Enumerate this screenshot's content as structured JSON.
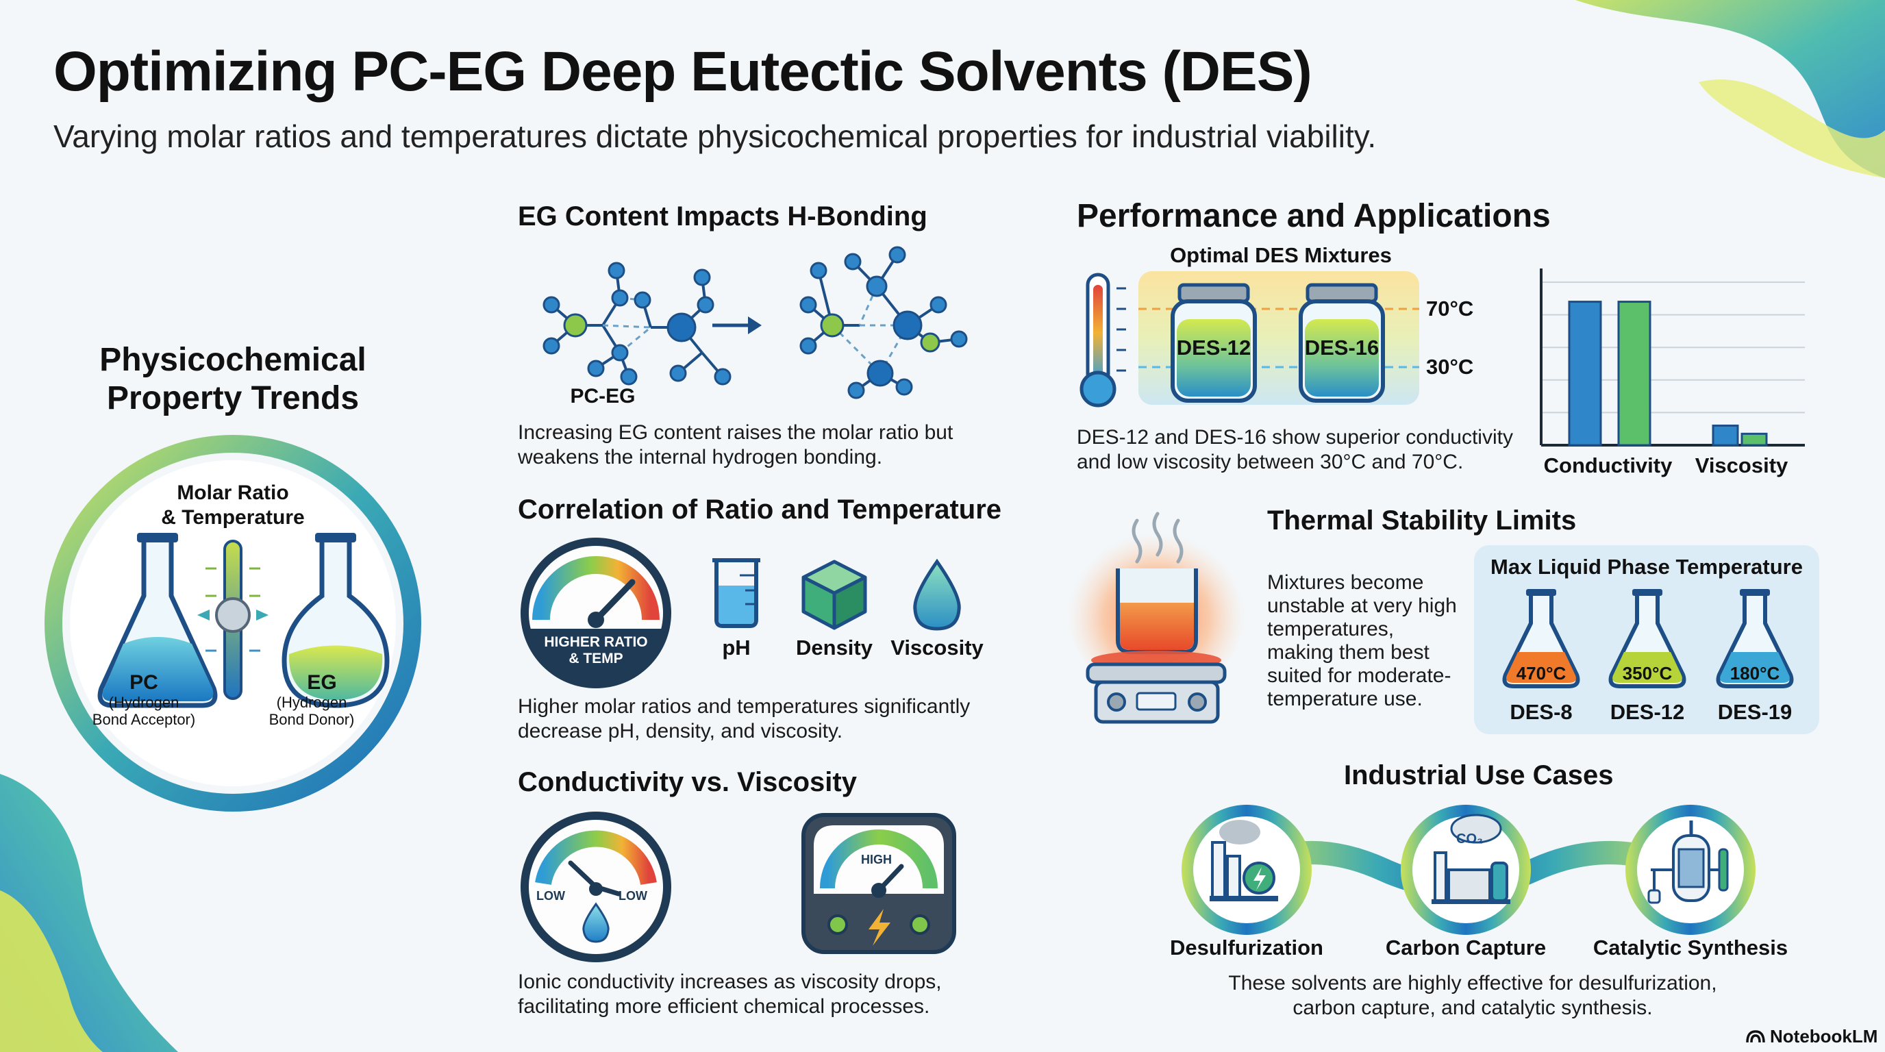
{
  "header": {
    "title": "Optimizing PC-EG Deep Eutectic Solvents (DES)",
    "subtitle": "Varying molar ratios and temperatures dictate physicochemical properties for industrial viability."
  },
  "trends": {
    "title_line1": "Physicochemical",
    "title_line2": "Property Trends",
    "circle_title_line1": "Molar Ratio",
    "circle_title_line2": "& Temperature",
    "pc_label": "PC",
    "pc_desc_line1": "(Hydrogen",
    "pc_desc_line2": "Bond Acceptor)",
    "eg_label": "EG",
    "eg_desc_line1": "(Hydrogen",
    "eg_desc_line2": "Bond Donor)"
  },
  "hbond": {
    "title": "EG Content Impacts H-Bonding",
    "molecule_label": "PC-EG",
    "desc_line1": "Increasing EG content raises the molar ratio but",
    "desc_line2": "weakens the internal hydrogen bonding."
  },
  "correlation": {
    "title": "Correlation of Ratio and Temperature",
    "gauge_line1": "HIGHER RATIO",
    "gauge_line2": "& TEMP",
    "items": [
      "pH",
      "Density",
      "Viscosity"
    ],
    "desc_line1": "Higher molar ratios and temperatures significantly",
    "desc_line2": "decrease pH, density, and viscosity."
  },
  "cond_visc": {
    "title": "Conductivity vs. Viscosity",
    "gauge1_low_left": "LOW",
    "gauge1_low_right": "LOW",
    "gauge2_high": "HIGH",
    "desc_line1": "Ionic conductivity increases as viscosity drops,",
    "desc_line2": "facilitating more efficient chemical processes."
  },
  "performance": {
    "title": "Performance and Applications",
    "mixtures_title": "Optimal DES Mixtures",
    "jar1": "DES-12",
    "jar2": "DES-16",
    "temp_high": "70°C",
    "temp_low": "30°C",
    "desc_line1": "DES-12 and DES-16 show superior conductivity",
    "desc_line2": "and low viscosity between 30°C and 70°C."
  },
  "chart_data": {
    "type": "bar",
    "categories": [
      "Conductivity",
      "Viscosity"
    ],
    "series": [
      {
        "values": [
          0.88,
          0.12
        ]
      },
      {
        "values": [
          0.88,
          0.07
        ]
      }
    ],
    "ylim": [
      0,
      1
    ],
    "grid": true,
    "colors": [
      "#2f86c8",
      "#5cbf6a"
    ]
  },
  "thermal": {
    "title": "Thermal Stability Limits",
    "desc_lines": [
      "Mixtures become",
      "unstable at very high",
      "temperatures,",
      "making them best",
      "suited for moderate-",
      "temperature use."
    ],
    "panel_title": "Max Liquid Phase Temperature",
    "flasks": [
      {
        "temp": "470°C",
        "name": "DES-8",
        "color": "#f07a2a"
      },
      {
        "temp": "350°C",
        "name": "DES-12",
        "color": "#b6d33a"
      },
      {
        "temp": "180°C",
        "name": "DES-19",
        "color": "#3aa7d6"
      }
    ]
  },
  "industrial": {
    "title": "Industrial Use Cases",
    "co2_label": "CO₂",
    "cases": [
      "Desulfurization",
      "Carbon Capture",
      "Catalytic Synthesis"
    ],
    "desc_line1": "These solvents are highly effective for desulfurization,",
    "desc_line2": "carbon capture, and catalytic synthesis."
  },
  "brand": {
    "name": "NotebookLM"
  }
}
